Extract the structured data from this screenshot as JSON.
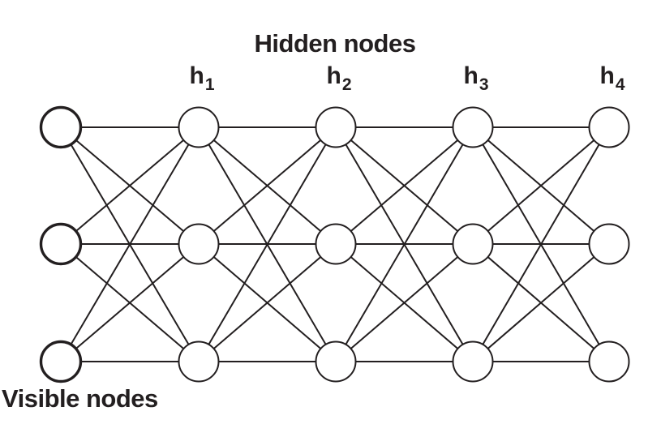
{
  "title": "Hidden nodes",
  "visible_label": "Visible nodes",
  "colors": {
    "ink": "#231f20",
    "background": "#ffffff",
    "node_fill": "#ffffff"
  },
  "hidden_node_labels": [
    {
      "base": "h",
      "sub": "1"
    },
    {
      "base": "h",
      "sub": "2"
    },
    {
      "base": "h",
      "sub": "3"
    },
    {
      "base": "h",
      "sub": "4"
    }
  ],
  "graph": {
    "columns_x": [
      75,
      245,
      414,
      583,
      751
    ],
    "rows_y": [
      157,
      301,
      446
    ],
    "node_radius": 24.5,
    "rows_per_column": 3,
    "column_count": 5,
    "node_count": 15,
    "edge_rule": "every node connects to all three nodes of each adjacent column",
    "edge_count": 36,
    "thick_stroke_column_index": 0,
    "node_stroke_width_thick": 3.4,
    "node_stroke_width_normal": 2,
    "edge_stroke_width": 2
  }
}
